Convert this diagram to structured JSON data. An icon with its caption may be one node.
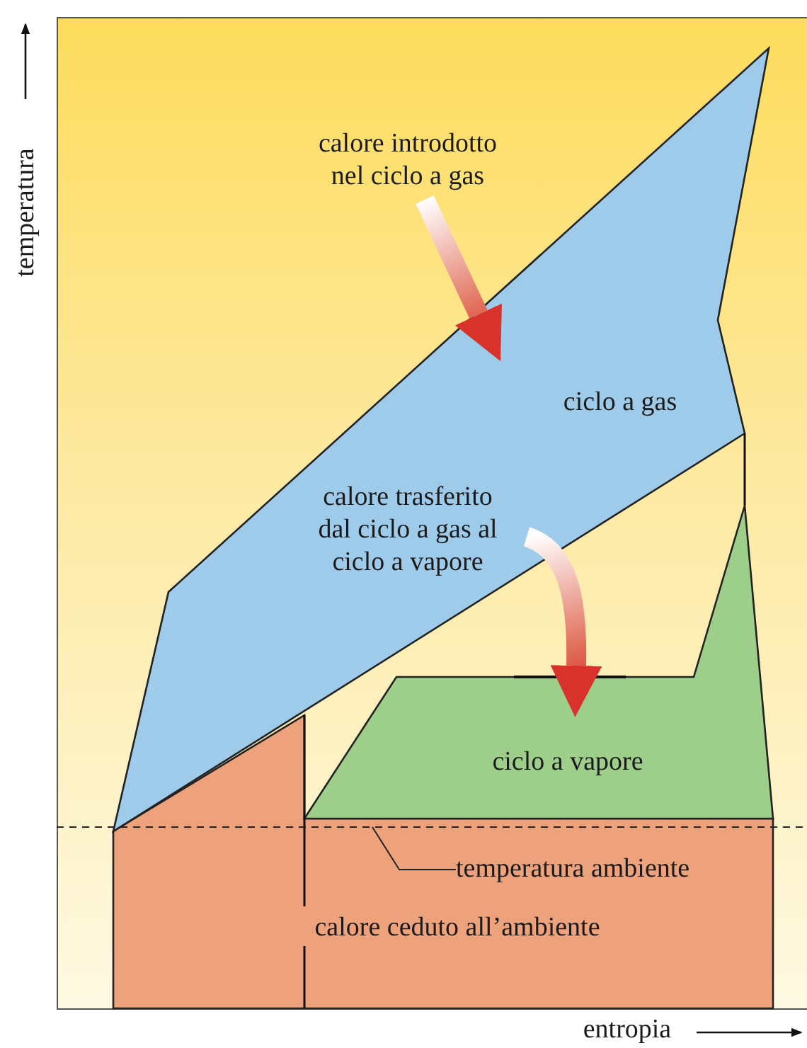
{
  "diagram": {
    "nodes": [
      {
        "text": [
          "calore introdotto nel ciclo a gas"
        ]
      },
      {
        "text": [
          "ciclo a gas"
        ]
      },
      {
        "text": [
          "ciclo a vapore"
        ]
      },
      {
        "text": [],
        "shape": "line"
      },
      {
        "text": [
          "temperatura ambiente"
        ],
        "in": 5
      },
      {
        "text": [
          "calore ceduto all’ambiente"
        ]
      }
    ],
    "edges": [
      {
        "from": 0,
        "to": 1,
        "arrow": "to",
        "style": "thick"
      },
      {
        "from": 1,
        "to": 2,
        "arrow": "to",
        "style": "thick"
      },
      {
        "from": 4,
        "to": 3,
        "arrow": "none"
      }
    ],
    "labels": [
      "temperatura",
      "calore trasferito dal ciclo a gas al ciclo a vapore",
      "entropia"
    ]
  }
}
